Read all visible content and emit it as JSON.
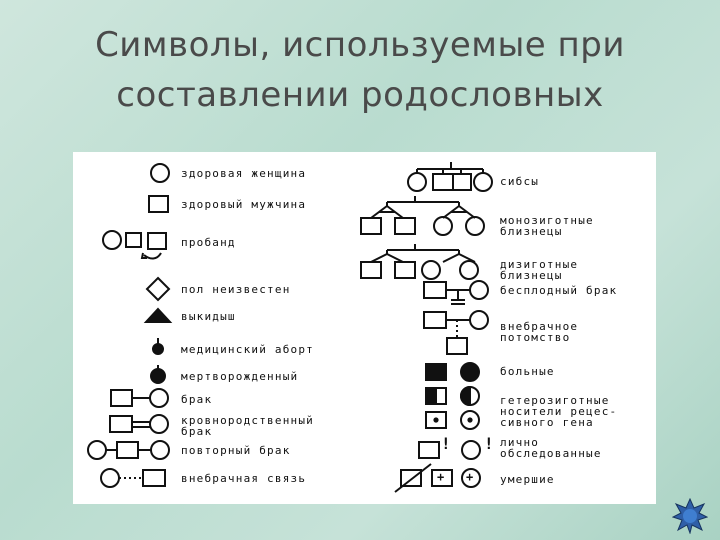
{
  "slide": {
    "title_line1": "Символы, используемые при",
    "title_line2": "составлении родословных"
  },
  "legend_left": [
    {
      "symbol": "healthy-female",
      "label": "здоровая женщина"
    },
    {
      "symbol": "healthy-male",
      "label": "здоровый мужчина"
    },
    {
      "symbol": "proband",
      "label": "пробанд"
    },
    {
      "symbol": "sex-unknown",
      "label": "пол неизвестен"
    },
    {
      "symbol": "miscarriage",
      "label": "выкидыш"
    },
    {
      "symbol": "medical-abortion",
      "label": "медицинский аборт"
    },
    {
      "symbol": "stillborn",
      "label": "мертворожденный"
    },
    {
      "symbol": "marriage",
      "label": "брак"
    },
    {
      "symbol": "consanguineous-marriage",
      "label": "кровнородственный брак"
    },
    {
      "symbol": "repeated-marriage",
      "label": "повторный брак"
    },
    {
      "symbol": "extramarital-relationship",
      "label": "внебрачная связь"
    }
  ],
  "legend_right": [
    {
      "symbol": "siblings",
      "label": "сибсы"
    },
    {
      "symbol": "monozygotic-twins",
      "label": "монозиготные близнецы"
    },
    {
      "symbol": "dizygotic-twins",
      "label": "дизиготные близнецы"
    },
    {
      "symbol": "childless-marriage",
      "label": "бесплодный брак"
    },
    {
      "symbol": "extramarital-offspring",
      "label": "внебрачное потомство"
    },
    {
      "symbol": "affected",
      "label": "больные"
    },
    {
      "symbol": "heterozygous-carriers",
      "label": "гетерозиготные носители рецес-сивного гена"
    },
    {
      "symbol": "personally-examined",
      "label": "лично обследованные"
    },
    {
      "symbol": "deceased",
      "label": "умершие"
    }
  ],
  "marks": {
    "exclamation": "!",
    "plus": "+",
    "dot": "·"
  }
}
